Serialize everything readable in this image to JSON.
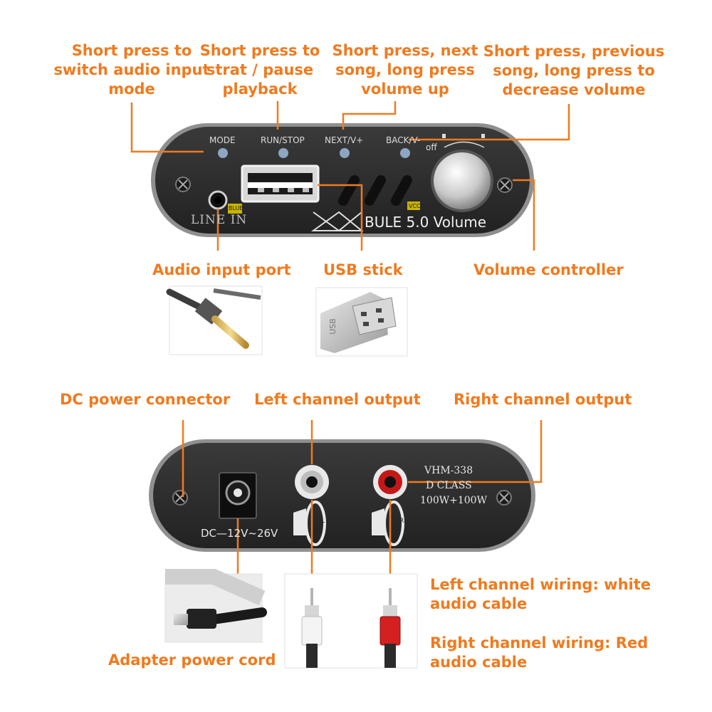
{
  "colors": {
    "accent": "#f07a1e",
    "panel": "#2b2b2b",
    "panel_edge": "#9a9a9a"
  },
  "top_callouts": {
    "mode": [
      "Short press to",
      "switch audio input",
      "mode"
    ],
    "run_stop": [
      "Short press to",
      "strat / pause",
      "playback"
    ],
    "next": [
      "Short press, next",
      "song, long press",
      "volume up"
    ],
    "back": [
      "Short press, previous",
      "song, long press to",
      "decrease volume"
    ]
  },
  "front_panel": {
    "buttons": [
      "MODE",
      "RUN/STOP",
      "NEXT/V+",
      "BACK/V-"
    ],
    "off_label": "off",
    "line_in": "LINE IN",
    "blue_tag": "BLUE",
    "vcc_tag": "VCC",
    "brand": "BULE 5.0 Volume"
  },
  "mid_labels": {
    "audio_port": "Audio input port",
    "usb": "USB stick",
    "volume": "Volume controller"
  },
  "usb_thumb_text": "USB",
  "bottom_callouts": {
    "dc": "DC power connector",
    "left_out": "Left channel output",
    "right_out": "Right channel output"
  },
  "rear_panel": {
    "dc_label": "DC—12V~26V",
    "model": "VHM-338",
    "class": "D CLASS",
    "power": "100W+100W",
    "left_mark": "L",
    "right_mark": "R"
  },
  "wiring": {
    "left": [
      "Left channel wiring: white",
      "audio cable"
    ],
    "right": [
      "Right channel wiring: Red",
      "audio cable"
    ]
  },
  "adapter": "Adapter power cord"
}
